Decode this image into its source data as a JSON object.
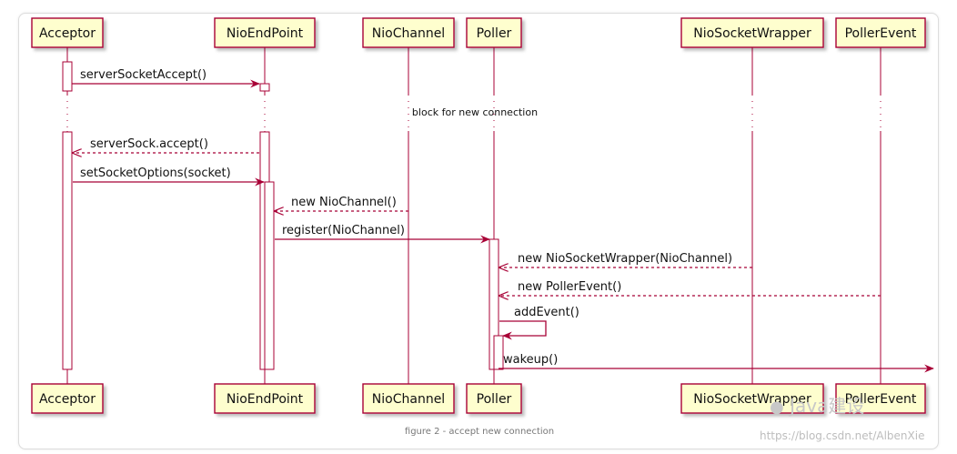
{
  "participants": [
    {
      "id": "acceptor",
      "label": "Acceptor"
    },
    {
      "id": "nioendpoint",
      "label": "NioEndPoint"
    },
    {
      "id": "niochannel",
      "label": "NioChannel"
    },
    {
      "id": "poller",
      "label": "Poller"
    },
    {
      "id": "niosocketwrapper",
      "label": "NioSocketWrapper"
    },
    {
      "id": "pollerevent",
      "label": "PollerEvent"
    }
  ],
  "messages": [
    {
      "from": "acceptor",
      "to": "nioendpoint",
      "label": "serverSocketAccept()",
      "style": "sync"
    },
    {
      "from": "nioendpoint",
      "to": "acceptor",
      "label": "serverSock.accept()",
      "style": "return"
    },
    {
      "from": "acceptor",
      "to": "nioendpoint",
      "label": "setSocketOptions(socket)",
      "style": "sync"
    },
    {
      "from": "niochannel",
      "to": "nioendpoint",
      "label": "new NioChannel()",
      "style": "return"
    },
    {
      "from": "nioendpoint",
      "to": "poller",
      "label": "register(NioChannel)",
      "style": "sync"
    },
    {
      "from": "niosocketwrapper",
      "to": "poller",
      "label": "new NioSocketWrapper(NioChannel)",
      "style": "return"
    },
    {
      "from": "pollerevent",
      "to": "poller",
      "label": "new PollerEvent()",
      "style": "return"
    },
    {
      "from": "poller",
      "to": "poller",
      "label": "addEvent()",
      "style": "self"
    },
    {
      "from": "poller",
      "to": "outside",
      "label": "wakeup()",
      "style": "sync"
    }
  ],
  "delay_note": "block for new connection",
  "caption": "figure 2 - accept new connection",
  "watermark": {
    "brand": "Java建设",
    "url": "https://blog.csdn.net/AlbenXie"
  },
  "colors": {
    "box_fill": "#fefece",
    "box_border": "#a80036",
    "arrow": "#a80036",
    "lifeline": "#a80036",
    "activation_fill": "#ffffff"
  }
}
